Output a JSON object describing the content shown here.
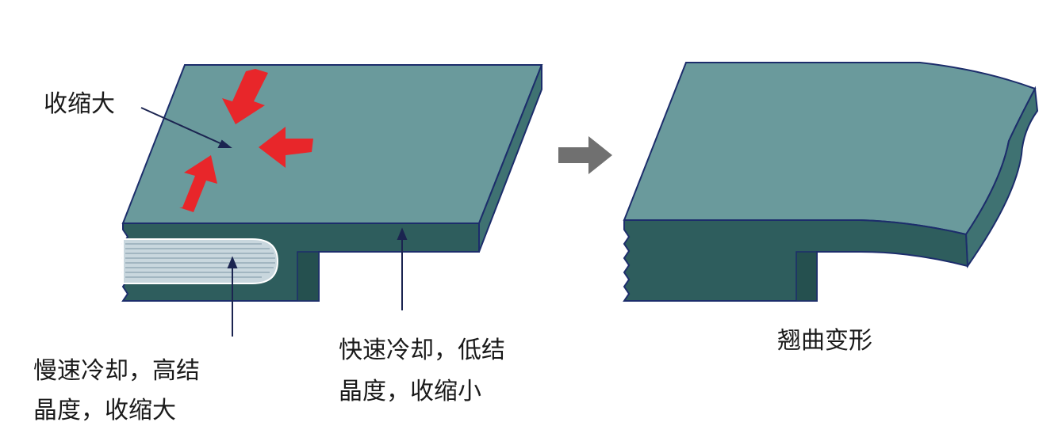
{
  "labels": {
    "high_shrink": "收缩大",
    "slow_cool_line1": "慢速冷却，高结",
    "slow_cool_line2": "晶度，收缩大",
    "fast_cool_line1": "快速冷却，低结",
    "fast_cool_line2": "晶度，收缩小",
    "warp": "翘曲变形"
  },
  "colors": {
    "slab_top": "#6a9a9c",
    "slab_front": "#2e5d5d",
    "slab_side": "#3f7272",
    "outline": "#1c2d6b",
    "crystal": "#c9d7de",
    "crystal_lines": "#8aa3b0",
    "shrink_arrow": "#e8262a",
    "process_arrow": "#707070",
    "pointer": "#1b2450"
  },
  "icons": {
    "shrink_arrows": "inward-arrows-icon",
    "process_arrow": "right-arrow-icon"
  }
}
